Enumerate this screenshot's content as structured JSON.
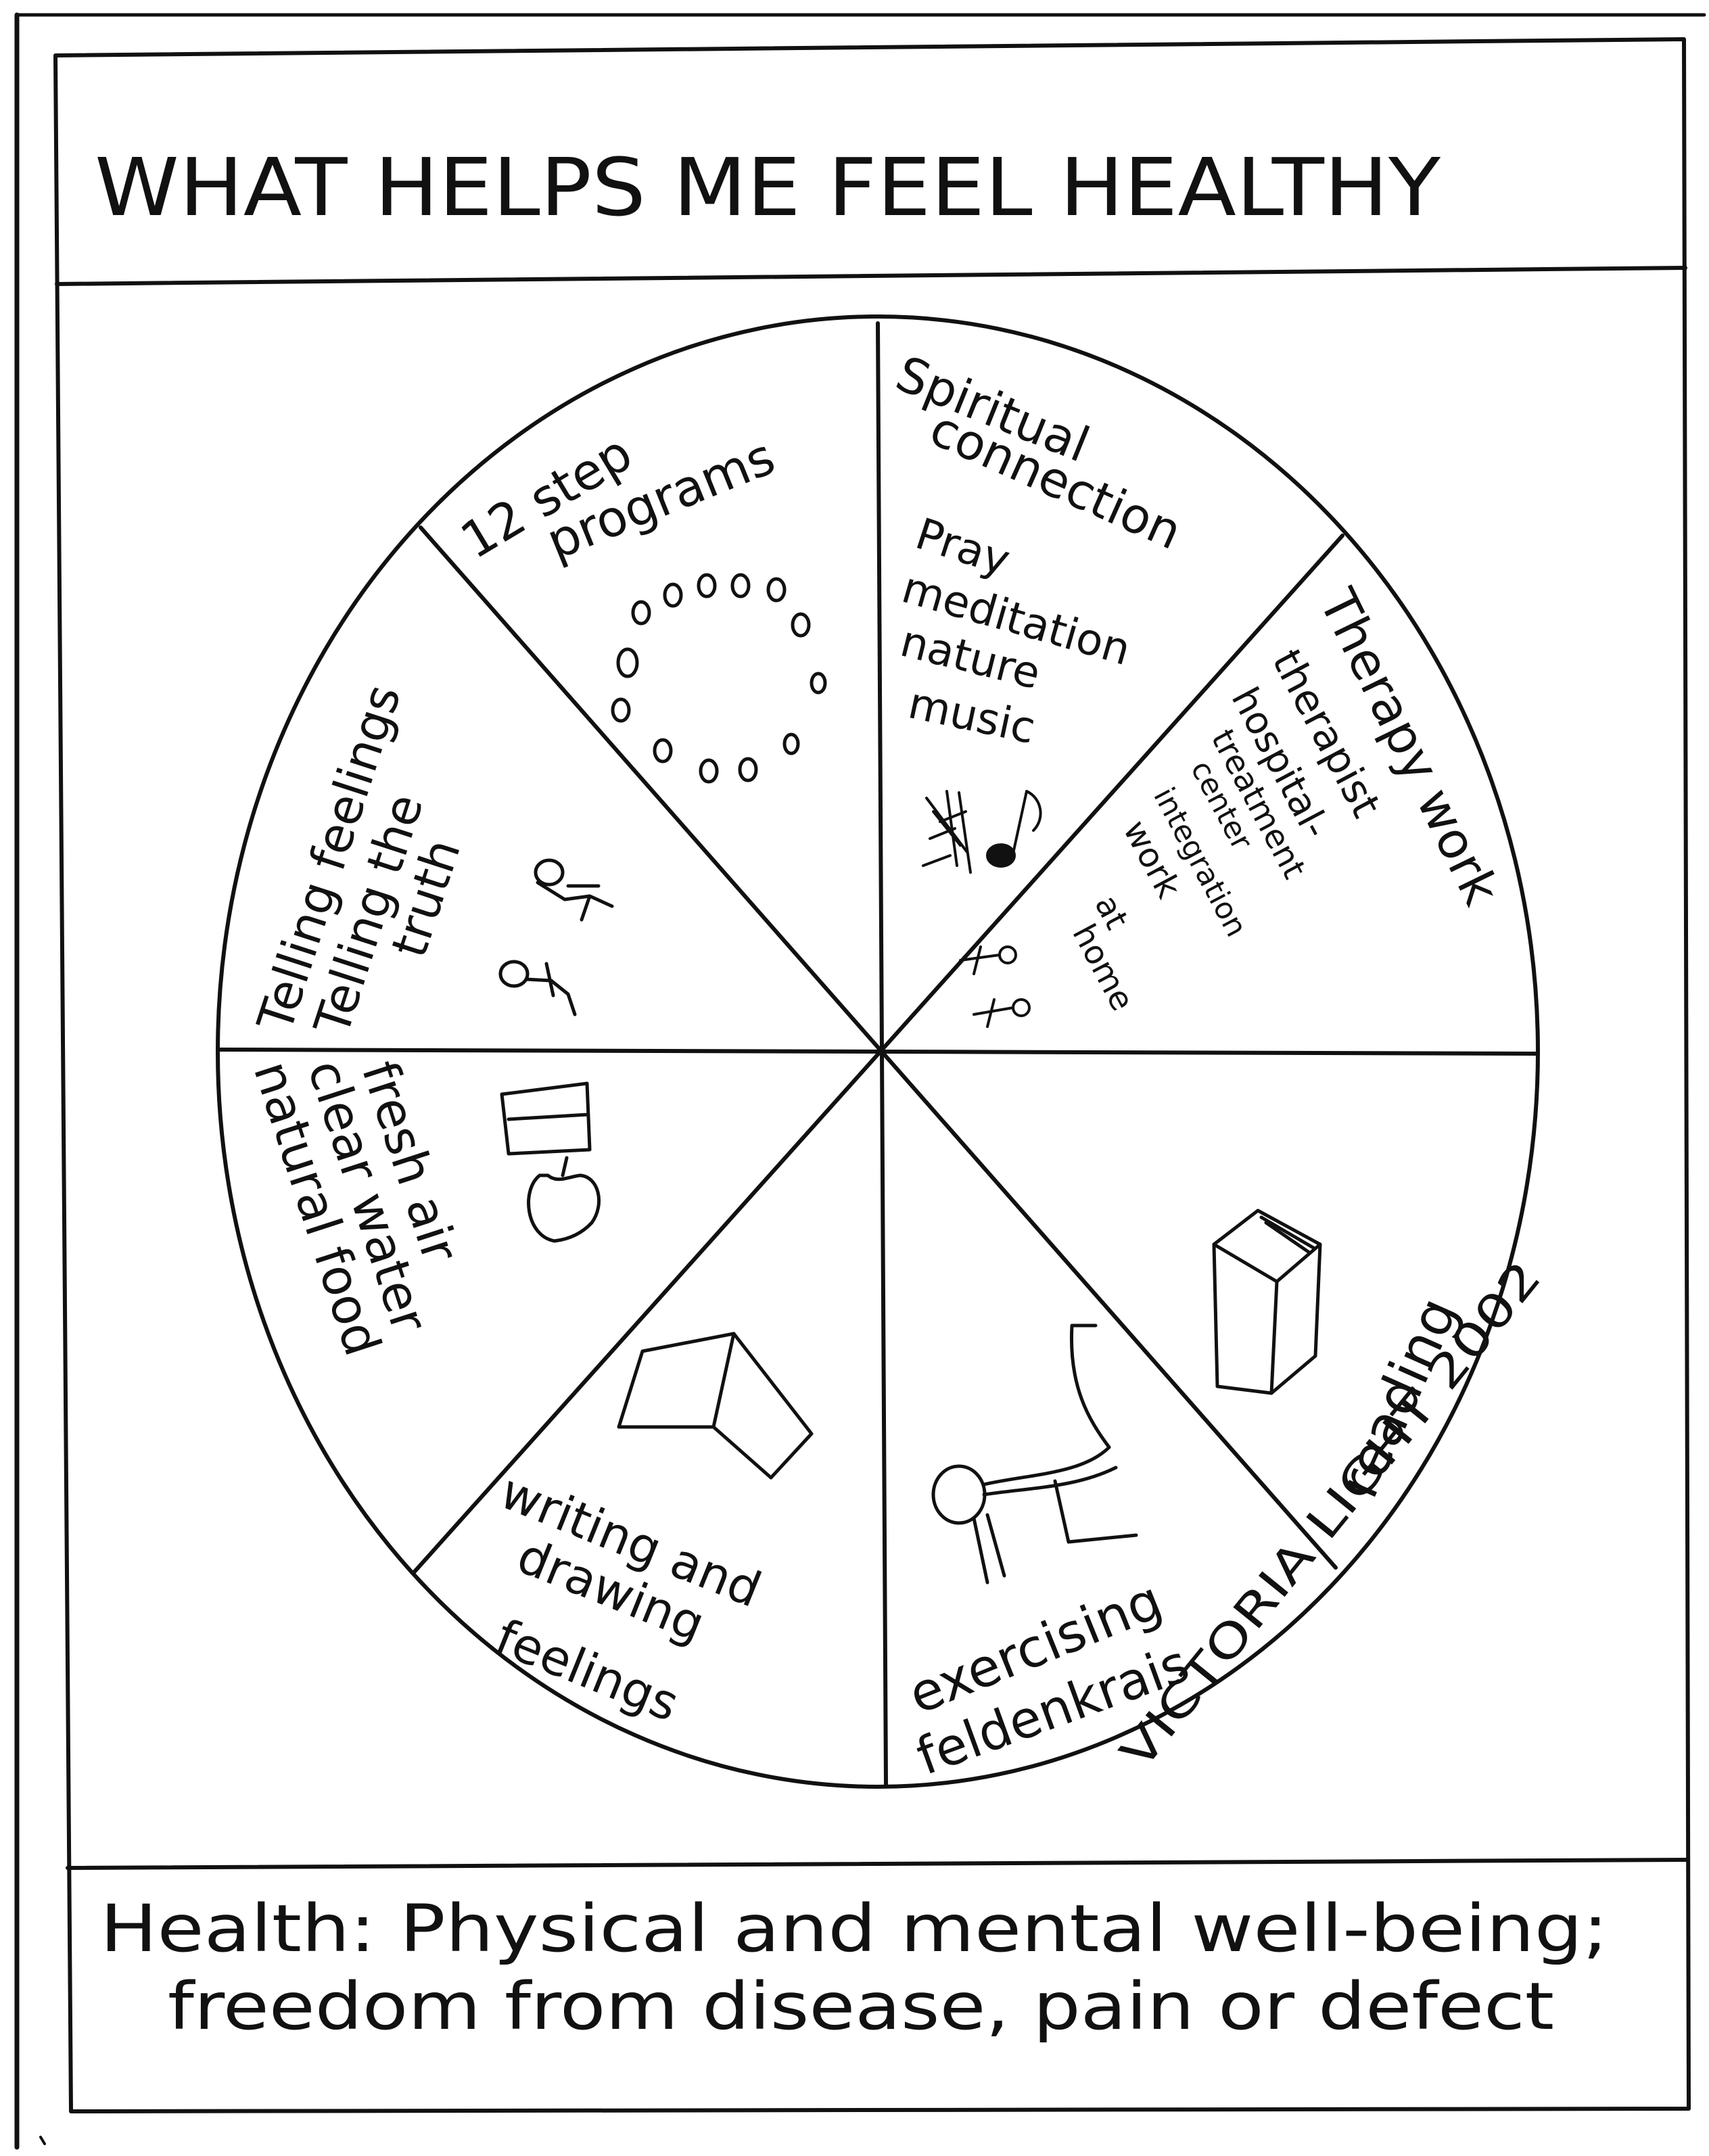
{
  "title": "WHAT HELPS ME FEEL HEALTHY",
  "wheel": {
    "segments": [
      {
        "id": "twelve-step",
        "lines": [
          "12 step",
          "programs"
        ],
        "icon": "circle-of-people-icon"
      },
      {
        "id": "spiritual",
        "lines": [
          "Spiritual",
          "connection"
        ],
        "sub_lines": [
          "Pray",
          "meditation",
          "nature",
          "music"
        ],
        "icon": "plant-and-music-note-icon"
      },
      {
        "id": "therapy",
        "lines": [
          "Therapy work"
        ],
        "sub_lines": [
          "therapist",
          "hospital-",
          "treatment",
          "center",
          "integration",
          "work",
          "at",
          "home"
        ],
        "icon": "two-small-figures-icon"
      },
      {
        "id": "reading",
        "lines": [
          "reading"
        ],
        "icon": "book-icon"
      },
      {
        "id": "exercising",
        "lines": [
          "exercising",
          "feldenkrais"
        ],
        "icon": "stick-figure-exercising-icon"
      },
      {
        "id": "writing",
        "lines": [
          "writing and",
          "drawing",
          "feelings"
        ],
        "icon": "open-notebook-icon"
      },
      {
        "id": "fresh",
        "lines": [
          "fresh air",
          "clear water",
          "natural food"
        ],
        "icon": "glass-and-apple-icon"
      },
      {
        "id": "telling",
        "lines": [
          "Telling feelings",
          "Telling the",
          "truth"
        ],
        "icon": "two-talking-figures-icon"
      }
    ]
  },
  "signature": "VICTORIA LIGHT 2002",
  "definition": {
    "line1": "Health: Physical and mental well-being;",
    "line2": "freedom from disease, pain or defect"
  }
}
